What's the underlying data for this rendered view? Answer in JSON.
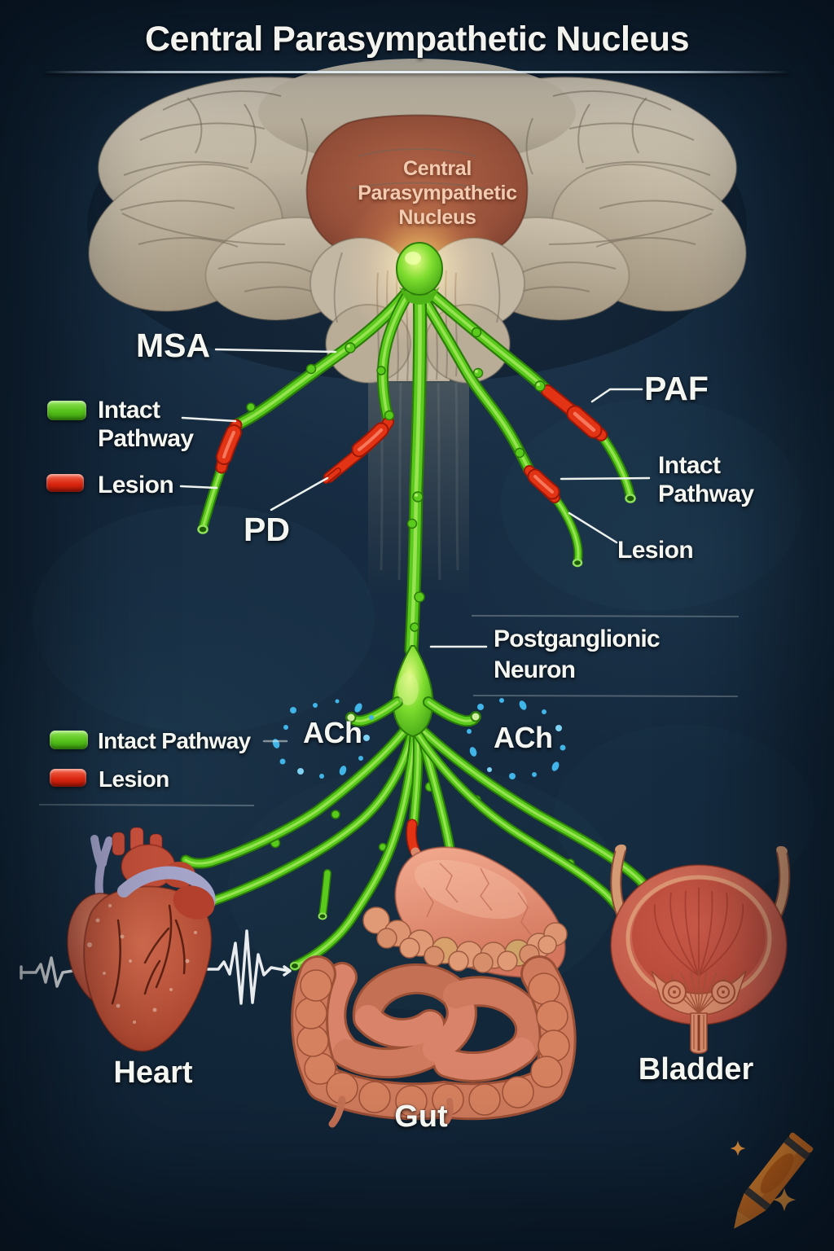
{
  "title": "Central Parasympathetic Nucleus",
  "brain_caption": {
    "line1": "Central",
    "line2": "Parasympathetic",
    "line3": "Nucleus"
  },
  "callouts": {
    "msa": "MSA",
    "pd": "PD",
    "paf": "PAF",
    "intact_right": {
      "line1": "Intact",
      "line2": "Pathway"
    },
    "lesion_right": "Lesion",
    "postganglionic": {
      "line1": "Postganglionic",
      "line2": "Neuron"
    },
    "ach_left": "ACh",
    "ach_right": "ACh"
  },
  "legend_upper": {
    "intact": {
      "line1": "Intact",
      "line2": "Pathway"
    },
    "lesion": "Lesion"
  },
  "legend_lower": {
    "intact": "Intact Pathway",
    "lesion": "Lesion"
  },
  "organ_labels": {
    "heart": "Heart",
    "gut": "Gut",
    "bladder": "Bladder"
  },
  "icons": {
    "watermark": "crayon-icon",
    "heart_trace": "ecg-waveform"
  },
  "colors": {
    "background": "#122639",
    "intact_pathway": "#5acb1d",
    "lesion": "#e23414",
    "ach_droplets": "#41b4e8",
    "nucleus_glow": "#ffd95e",
    "brain_cortex": "#cdc4b2",
    "midbrain": "#9a563d",
    "title_text": "#f2f3ef",
    "label_text": "#f4f6f2",
    "caption_text": "#f2cbb0",
    "organ_red": "#b5513c",
    "gut_salmon": "#d9846a",
    "bladder_red": "#c25847",
    "watermark_orange": "#ec8a2e"
  }
}
